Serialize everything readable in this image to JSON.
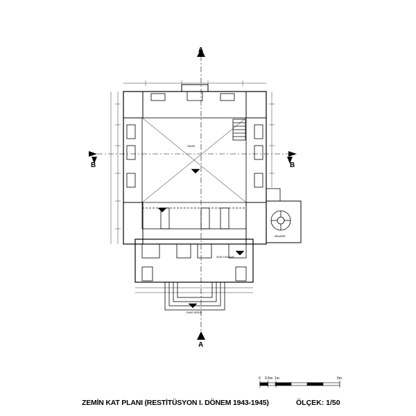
{
  "drawing": {
    "title": "ZEMİN KAT PLANI (RESTİTÜSYON I. DÖNEM 1943-1945)",
    "scale": "ÖLÇEK: 1/50",
    "section_marks": {
      "a_top": "A",
      "a_bottom": "A",
      "b_left": "B",
      "b_right": "B"
    },
    "scale_bar": {
      "zero": "0",
      "half": "0.5m",
      "one": "1m",
      "five": "5m"
    },
    "rooms": {
      "harim": "SAHN",
      "son_cemaat": "SON CEMAAT",
      "minare": "MİNARE",
      "giris": "CAMİ GİRİŞİ"
    }
  },
  "colors": {
    "line": "#000000",
    "paper": "#ffffff",
    "wall": "#ffffff"
  }
}
